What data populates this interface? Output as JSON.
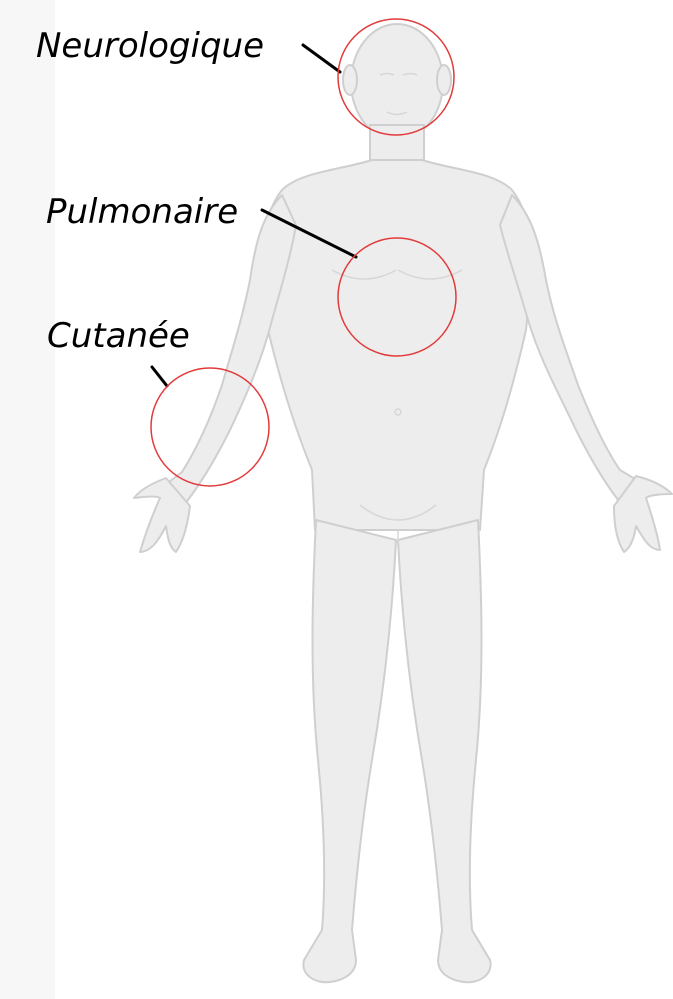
{
  "colors": {
    "background": "#ffffff",
    "left_strip": "#f7f7f7",
    "body_fill": "#ededed",
    "body_outline": "#cfcfcf",
    "circle": "#e23a3a",
    "leader_line": "#000000"
  },
  "labels": {
    "neurological": "Neurologique",
    "pulmonary": "Pulmonaire",
    "cutaneous": "Cutanée"
  }
}
